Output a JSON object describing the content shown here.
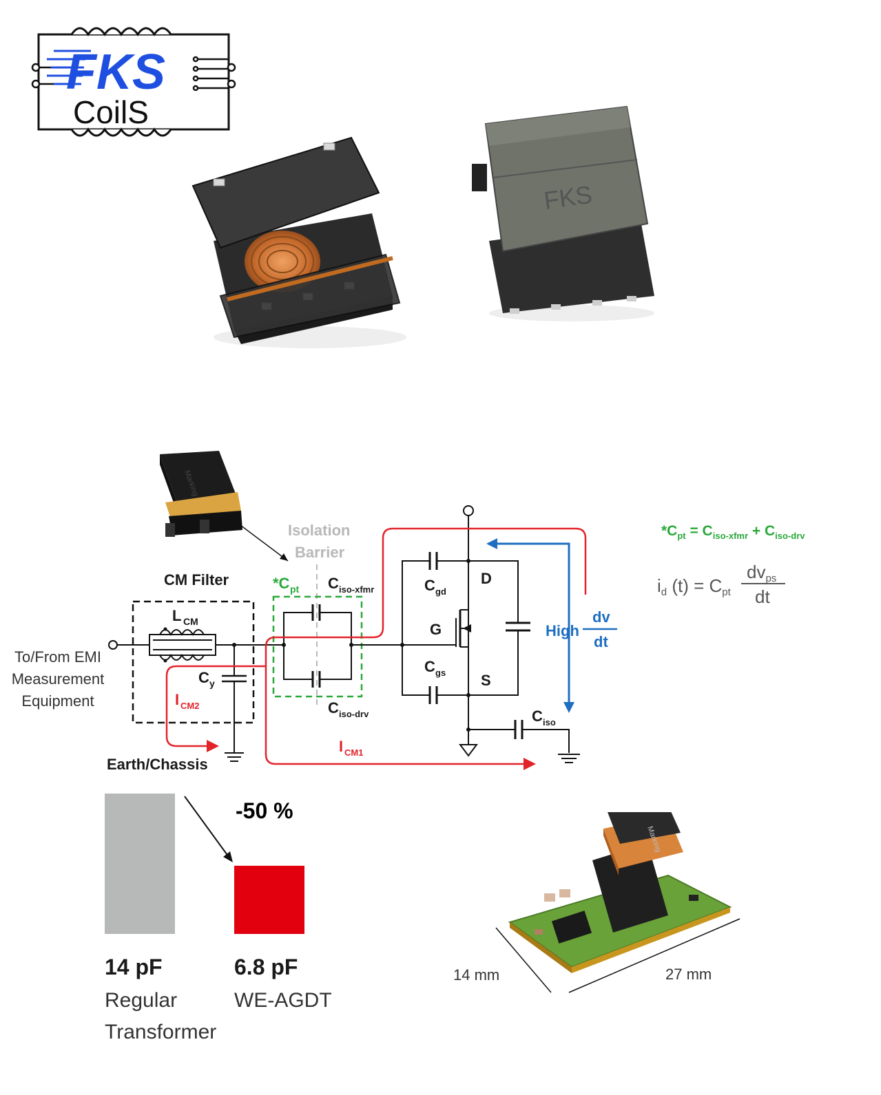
{
  "logo": {
    "text_top": "FKS",
    "text_bottom": "CoilS",
    "colors": {
      "brand_blue": "#1f4fe0",
      "outline": "#111111"
    }
  },
  "photos": {
    "left_part_desc_icon": "open-transformer-icon",
    "right_part_marking": "FKS"
  },
  "diagram": {
    "isolation_barrier_line1": "Isolation",
    "isolation_barrier_line2": "Barrier",
    "cm_filter": "CM Filter",
    "cpt_label": "*C",
    "cpt_sub": "pt",
    "ciso_xfmr": "C",
    "ciso_xfmr_sub": "iso-xfmr",
    "ciso_drv": "C",
    "ciso_drv_sub": "iso-drv",
    "lcm": "L",
    "lcm_sub": "CM",
    "cy": "C",
    "cy_sub": "y",
    "icm2": "I",
    "icm2_sub": "CM2",
    "icm1": "I",
    "icm1_sub": "CM1",
    "cgd": "C",
    "cgd_sub": "gd",
    "cgs": "C",
    "cgs_sub": "gs",
    "d": "D",
    "g": "G",
    "s": "S",
    "ciso": "C",
    "ciso_sub": "iso",
    "high": "High",
    "dv": "dv",
    "dt": "dt",
    "equipment_line1": "To/From EMI",
    "equipment_line2": "Measurement",
    "equipment_line3": "Equipment",
    "earth": "Earth/Chassis",
    "transformer_marking": "Marking",
    "colors": {
      "red": "#e2232a",
      "blue": "#1f6fc1",
      "green": "#2aa83a",
      "gray": "#b8b8b8"
    }
  },
  "formulas": {
    "cpt_def": "*C",
    "cpt_def_sub": "pt",
    "cpt_eq": " = C",
    "cpt_eq_sub1": "iso-xfmr",
    "cpt_plus": " + C",
    "cpt_eq_sub2": "iso-drv",
    "id_i": "i",
    "id_sub": "d",
    "id_t": " (t) = C",
    "id_cpt_sub": "pt",
    "frac_num": "dv",
    "frac_num_sub": "ps",
    "frac_den": "dt"
  },
  "chart_data": {
    "type": "bar",
    "categories": [
      "Regular Transformer",
      "WE-AGDT"
    ],
    "values": [
      14,
      6.8
    ],
    "units": "pF",
    "value_labels": [
      "14 pF",
      "6.8 pF"
    ],
    "label_line1": [
      "Regular",
      "WE-AGDT"
    ],
    "label_line2": [
      "Transformer",
      ""
    ],
    "annotation": "-50 %",
    "colors": [
      "#b7b8b8",
      "#e2000f"
    ]
  },
  "pcb": {
    "dim_width": "14 mm",
    "dim_length": "27 mm",
    "marking": "Marking"
  }
}
